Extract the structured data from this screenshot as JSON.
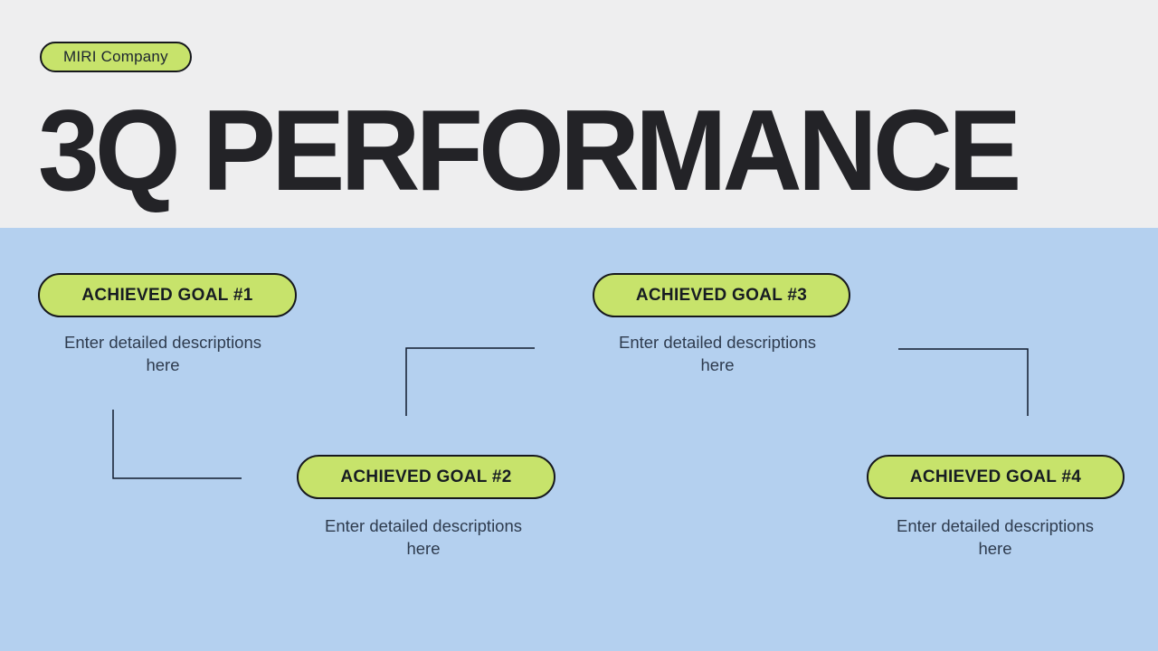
{
  "colors": {
    "header_bg": "#eeeeef",
    "body_bg": "#b4d0ef",
    "pill_fill": "#c7e36b",
    "pill_border": "#16181d",
    "title_color": "#232327",
    "description_color": "#2e3b4e",
    "connector_line": "#101b2e"
  },
  "header": {
    "company_badge": "MIRI Company",
    "title": "3Q PERFORMANCE"
  },
  "goals": [
    {
      "label": "ACHIEVED GOAL #1",
      "description": "Enter detailed descriptions here"
    },
    {
      "label": "ACHIEVED GOAL #2",
      "description": "Enter detailed descriptions here"
    },
    {
      "label": "ACHIEVED GOAL #3",
      "description": "Enter detailed descriptions here"
    },
    {
      "label": "ACHIEVED GOAL #4",
      "description": "Enter detailed descriptions here"
    }
  ]
}
